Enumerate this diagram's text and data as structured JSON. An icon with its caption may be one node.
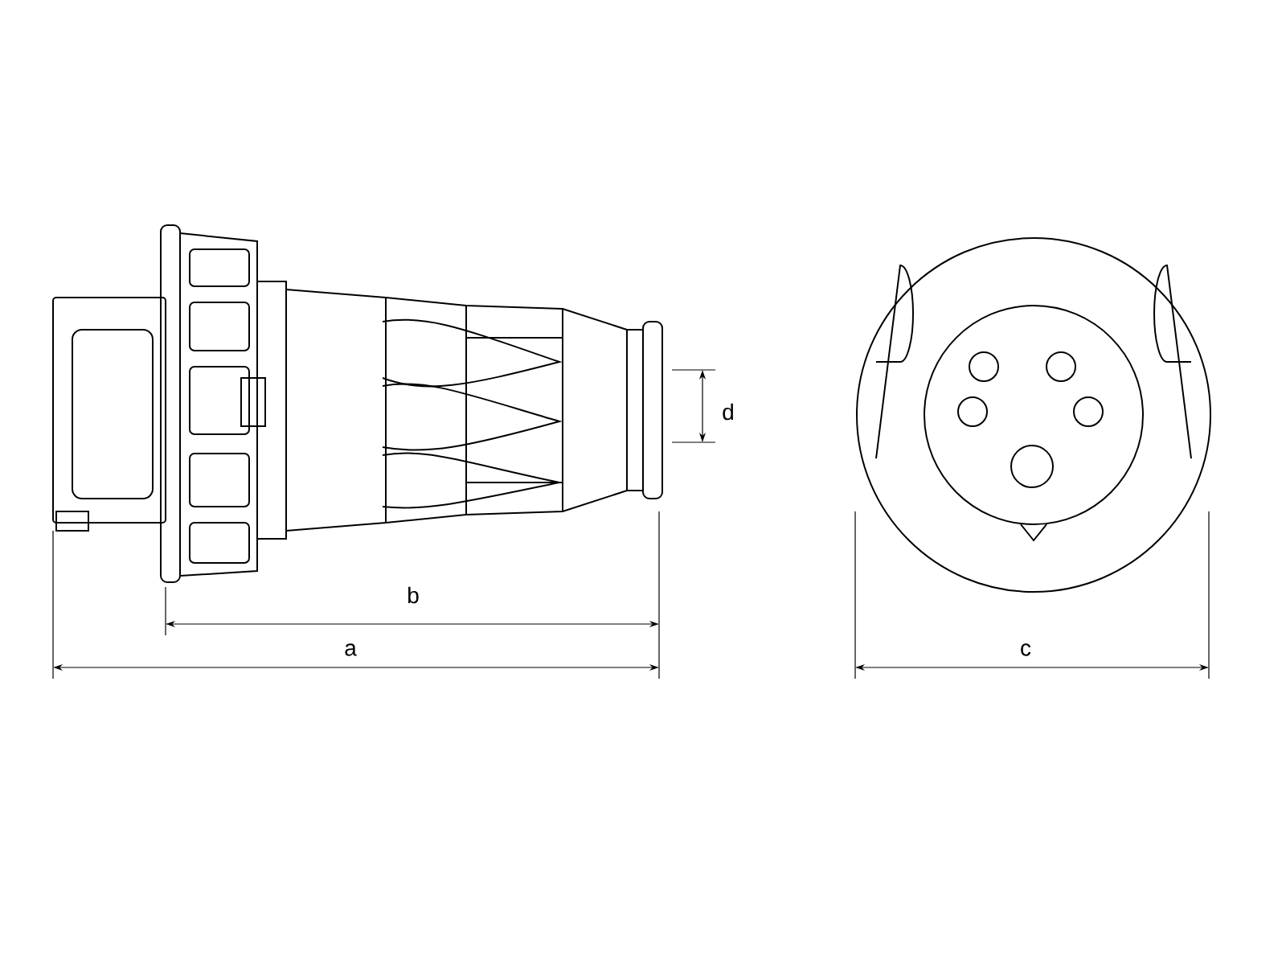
{
  "diagram": {
    "labels": [
      "d",
      "b",
      "a",
      "c"
    ]
  }
}
